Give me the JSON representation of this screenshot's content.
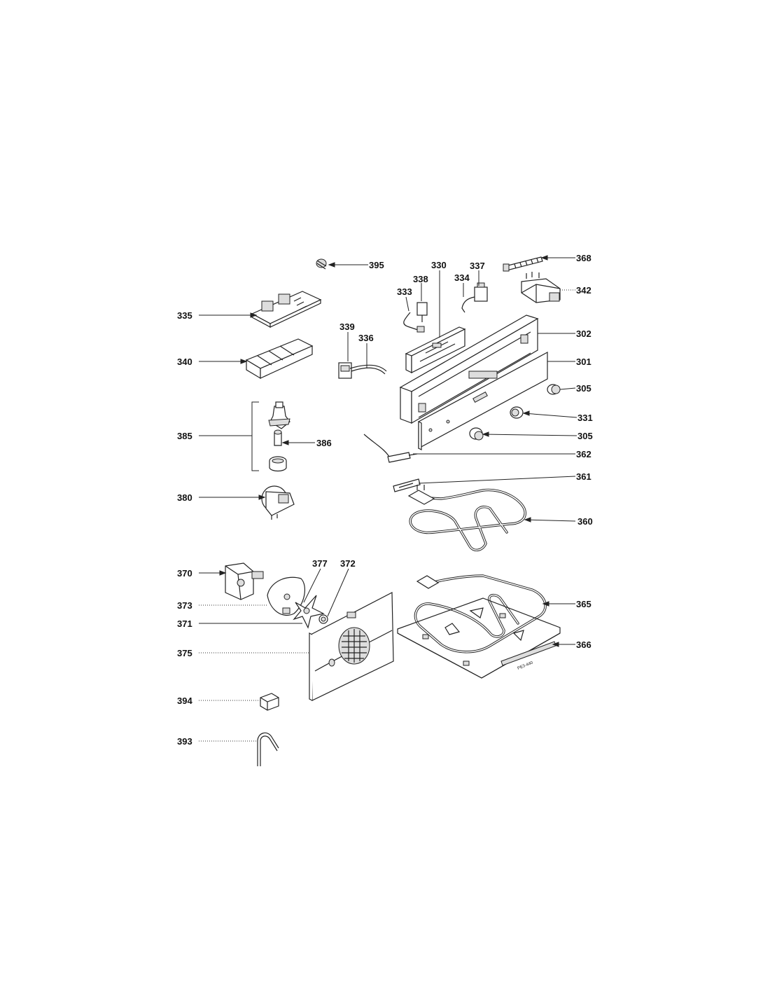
{
  "callouts": {
    "c395": "395",
    "c368": "368",
    "c330": "330",
    "c337": "337",
    "c338": "338",
    "c334": "334",
    "c333": "333",
    "c342": "342",
    "c335": "335",
    "c302": "302",
    "c339": "339",
    "c336": "336",
    "c340": "340",
    "c301": "301",
    "c305a": "305",
    "c331": "331",
    "c305b": "305",
    "c385": "385",
    "c386": "386",
    "c362": "362",
    "c361": "361",
    "c380": "380",
    "c360": "360",
    "c370": "370",
    "c377": "377",
    "c372": "372",
    "c373": "373",
    "c365": "365",
    "c371": "371",
    "c366": "366",
    "c375": "375",
    "c394": "394",
    "c393": "393"
  },
  "panel_stamp": "PE3-440"
}
